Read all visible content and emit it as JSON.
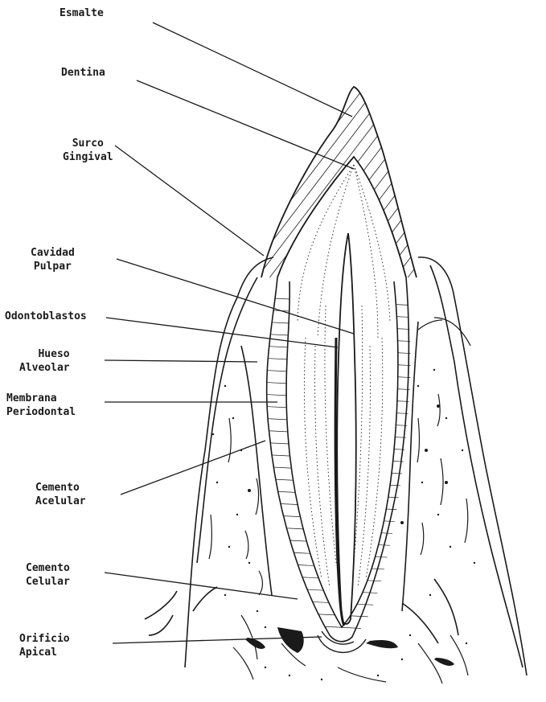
{
  "labels": {
    "esmalte": "Esmalte",
    "dentina": "Dentina",
    "surco_gingival": [
      "Surco",
      "Gingival"
    ],
    "cavidad_pulpar": [
      "Cavidad",
      "Pulpar"
    ],
    "odontoblastos": "Odontoblastos",
    "hueso_alveolar": [
      "Hueso",
      "Alveolar"
    ],
    "membrana_periodontal": [
      "Membrana",
      "Periodontal"
    ],
    "cemento_acelular": [
      "Cemento",
      "Acelular"
    ],
    "cemento_celular": [
      "Cemento",
      "Celular"
    ],
    "orificio_apical": [
      "Orificio",
      "Apical"
    ]
  },
  "colors": {
    "ink": "#1a1a1a",
    "paper": "#ffffff"
  }
}
